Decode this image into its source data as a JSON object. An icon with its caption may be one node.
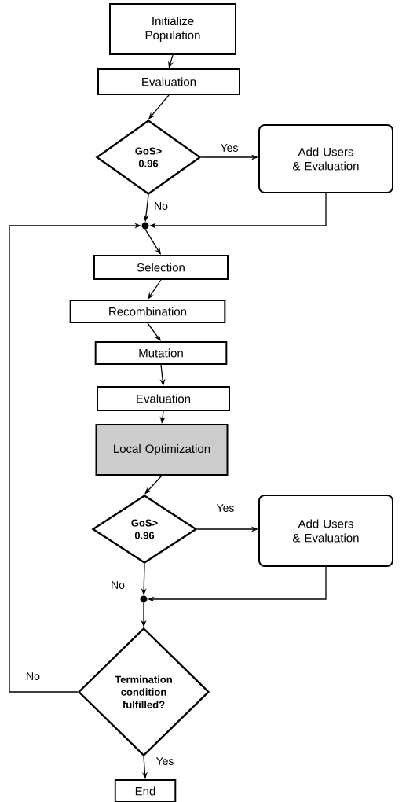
{
  "diagram": {
    "nodes": [
      {
        "text": [
          "Initialize Population"
        ]
      },
      {
        "text": [
          "Evaluation"
        ]
      },
      {
        "text": [
          "GoS> 0.96"
        ]
      },
      {
        "text": [
          "Add Users & Evaluation"
        ]
      },
      {
        "text": [],
        "shape": "circle"
      },
      {
        "text": [
          "Selection"
        ]
      },
      {
        "text": [
          "Recombination"
        ]
      },
      {
        "text": [
          "Mutation"
        ]
      },
      {
        "text": [
          "Evaluation"
        ]
      },
      {
        "text": [
          "Local Optimization"
        ]
      },
      {
        "text": [
          "GoS> 0.96"
        ]
      },
      {
        "text": [
          "Add Users & Evaluation"
        ]
      },
      {
        "text": [],
        "shape": "circle"
      },
      {
        "text": [
          "Termination condition fulfilled?"
        ]
      },
      {
        "text": [
          "End"
        ]
      }
    ],
    "edges": [
      {
        "from": 0,
        "to": 1,
        "arrow": "to"
      },
      {
        "from": 1,
        "to": 2,
        "arrow": "to"
      },
      {
        "from": 2,
        "to": 3,
        "arrow": "to",
        "label": "Yes"
      },
      {
        "from": 2,
        "to": 4,
        "arrow": "to",
        "label": "No"
      },
      {
        "from": 3,
        "to": 4,
        "arrow": "to"
      },
      {
        "from": 13,
        "to": 4,
        "arrow": "to",
        "label": "No"
      },
      {
        "from": 4,
        "to": 5,
        "arrow": "to"
      },
      {
        "from": 5,
        "to": 6,
        "arrow": "to"
      },
      {
        "from": 6,
        "to": 7,
        "arrow": "to"
      },
      {
        "from": 7,
        "to": 8,
        "arrow": "to"
      },
      {
        "from": 8,
        "to": 9,
        "arrow": "to"
      },
      {
        "from": 9,
        "to": 10,
        "arrow": "to"
      },
      {
        "from": 10,
        "to": 11,
        "arrow": "to",
        "label": "Yes"
      },
      {
        "from": 10,
        "to": 12,
        "arrow": "to",
        "label": "No"
      },
      {
        "from": 11,
        "to": 12,
        "arrow": "to"
      },
      {
        "from": 12,
        "to": 13,
        "arrow": "to"
      },
      {
        "from": 13,
        "to": 14,
        "arrow": "to",
        "label": "Yes"
      }
    ]
  }
}
